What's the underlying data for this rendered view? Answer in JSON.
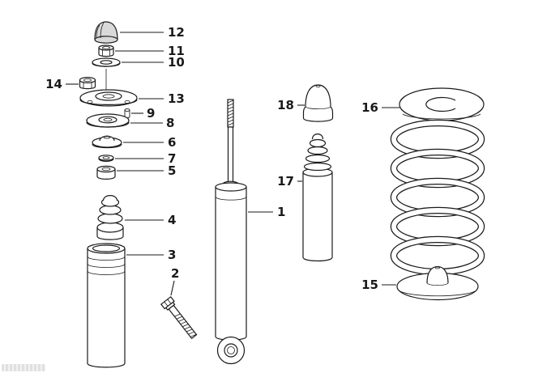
{
  "colors": {
    "ink": "#1a1a1a",
    "bg": "#ffffff"
  },
  "callouts": {
    "c1": "1",
    "c2": "2",
    "c3": "3",
    "c4": "4",
    "c5": "5",
    "c6": "6",
    "c7": "7",
    "c8": "8",
    "c9": "9",
    "c10": "10",
    "c11": "11",
    "c12": "12",
    "c13": "13",
    "c14": "14",
    "c15": "15",
    "c16": "16",
    "c17": "17",
    "c18": "18"
  }
}
